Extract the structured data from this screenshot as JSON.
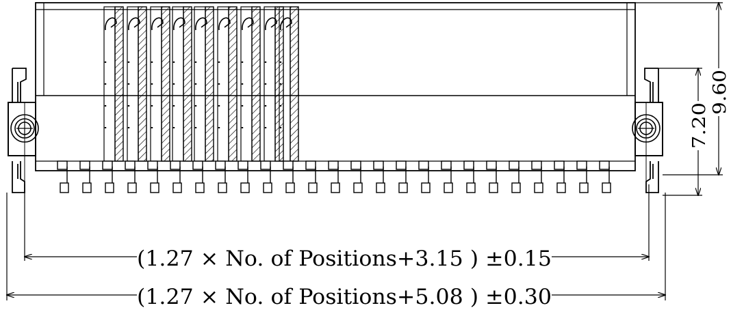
{
  "dimensions": {
    "inner_width": "(1.27 × No. of Positions+3.15 ) ±0.15",
    "outer_width": "(1.27 × No. of Positions+5.08 ) ±0.30",
    "height_total": "9.60",
    "height_partial": "7.20"
  },
  "drawing": {
    "line_color": "#000000",
    "background": "#ffffff",
    "hatched_contact_count": 9,
    "contact_pad_count": 25
  }
}
